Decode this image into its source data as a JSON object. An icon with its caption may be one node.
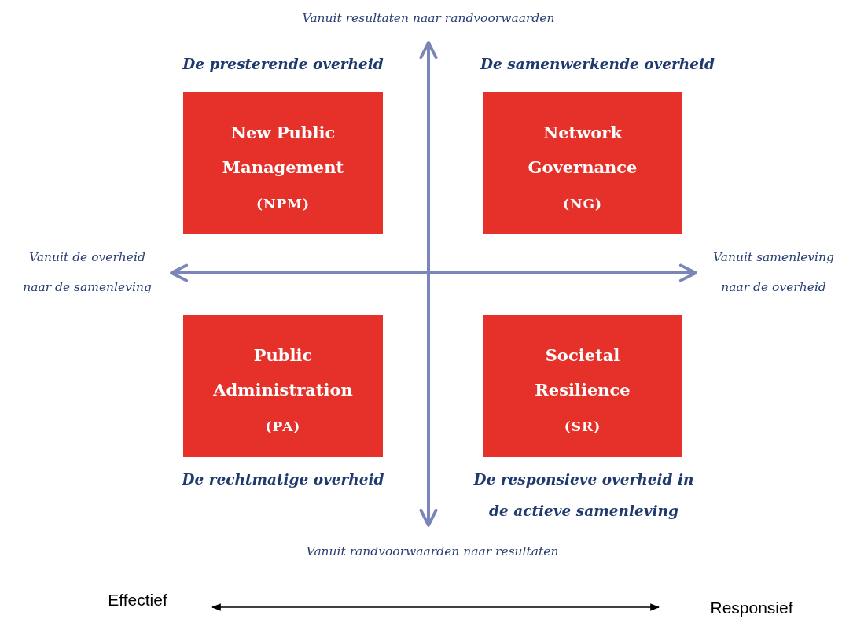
{
  "diagram": {
    "nodes": [
      {
        "text": [
          "New Public Management",
          "(NPM)"
        ],
        "beside": [
          "De presterende overheid"
        ]
      },
      {
        "text": [
          "Network Governance",
          "(NG)"
        ],
        "beside": [
          "De samenwerkende overheid"
        ]
      },
      {
        "text": [
          "Public Administration",
          "(PA)"
        ],
        "beside": [
          "De rechtmatige overheid"
        ]
      },
      {
        "text": [
          "Societal Resilience",
          "(SR)"
        ],
        "beside": [
          "De responsieve overheid in de actieve samenleving"
        ]
      },
      {
        "text": [
          "Vanuit resultaten naar randvoorwaarden"
        ]
      },
      {
        "text": [
          "Vanuit randvoorwaarden naar resultaten"
        ]
      },
      {
        "text": [
          "Vanuit de overheid naar de samenleving"
        ]
      },
      {
        "text": [
          "Vanuit samenleving naar de overheid"
        ]
      },
      {
        "text": [
          "Effectief"
        ]
      },
      {
        "text": [
          "Responsief"
        ]
      }
    ],
    "edges": [
      {
        "from": 4,
        "to": 5,
        "arrow": "both"
      },
      {
        "from": 6,
        "to": 7,
        "arrow": "both"
      },
      {
        "from": 8,
        "to": 9,
        "arrow": "both",
        "color": "#000000"
      }
    ]
  }
}
